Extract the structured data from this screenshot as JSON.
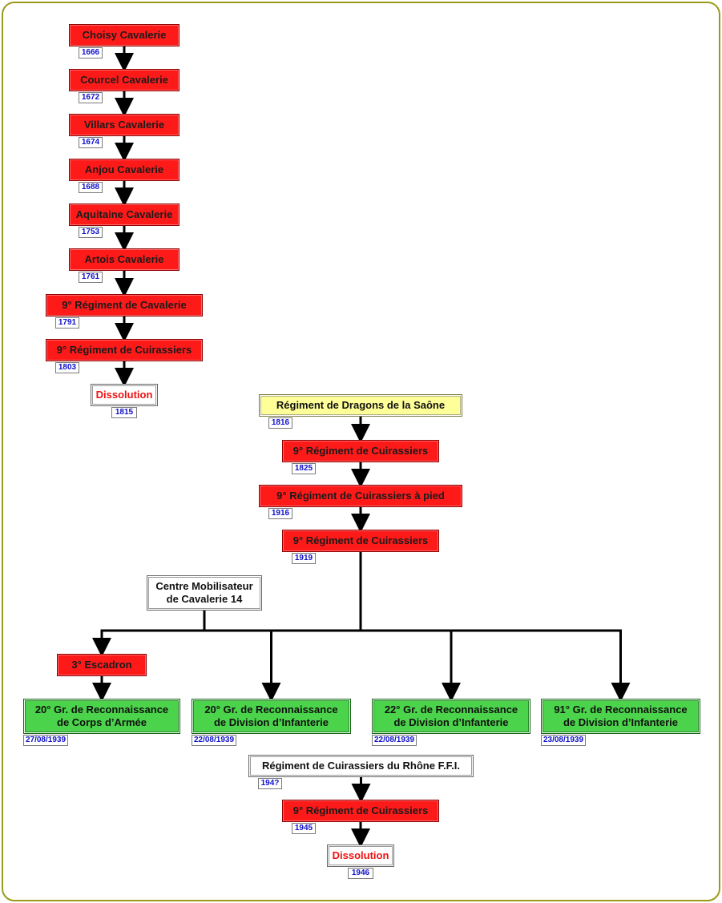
{
  "nodes": [
    {
      "id": "choisy",
      "label": "Choisy Cavalerie",
      "date": "1666",
      "style": "red"
    },
    {
      "id": "courcel",
      "label": "Courcel Cavalerie",
      "date": "1672",
      "style": "red"
    },
    {
      "id": "villars",
      "label": "Villars Cavalerie",
      "date": "1674",
      "style": "red"
    },
    {
      "id": "anjou",
      "label": "Anjou Cavalerie",
      "date": "1688",
      "style": "red"
    },
    {
      "id": "aquitaine",
      "label": "Aquitaine Cavalerie",
      "date": "1753",
      "style": "red"
    },
    {
      "id": "artois",
      "label": "Artois Cavalerie",
      "date": "1761",
      "style": "red"
    },
    {
      "id": "cav9",
      "label": "9° Régiment de Cavalerie",
      "date": "1791",
      "style": "red"
    },
    {
      "id": "cuir9a",
      "label": "9° Régiment de Cuirassiers",
      "date": "1803",
      "style": "red"
    },
    {
      "id": "diss1",
      "label": "Dissolution",
      "date": "1815",
      "style": "dissolution"
    },
    {
      "id": "dragons",
      "label": "Régiment de Dragons de la Saône",
      "date": "1816",
      "style": "yellow"
    },
    {
      "id": "cuir9b",
      "label": "9° Régiment de Cuirassiers",
      "date": "1825",
      "style": "red"
    },
    {
      "id": "cuirpied",
      "label": "9° Régiment de Cuirassiers à pied",
      "date": "1916",
      "style": "red"
    },
    {
      "id": "cuir9c",
      "label": "9° Régiment de Cuirassiers",
      "date": "1919",
      "style": "red"
    },
    {
      "id": "cmc14",
      "label": "Centre Mobilisateur\nde Cavalerie 14",
      "date": "",
      "style": "white"
    },
    {
      "id": "esc3",
      "label": "3° Escadron",
      "date": "",
      "style": "red"
    },
    {
      "id": "gr20ca",
      "label": "20° Gr. de Reconnaissance\nde Corps d’Armée",
      "date": "27/08/1939",
      "style": "green"
    },
    {
      "id": "gr20di",
      "label": "20° Gr. de Reconnaissance\nde Division d’Infanterie",
      "date": "22/08/1939",
      "style": "green"
    },
    {
      "id": "gr22di",
      "label": "22° Gr. de Reconnaissance\nde Division d’Infanterie",
      "date": "22/08/1939",
      "style": "green"
    },
    {
      "id": "gr91di",
      "label": "91° Gr. de Reconnaissance\nde Division d’Infanterie",
      "date": "23/08/1939",
      "style": "green"
    },
    {
      "id": "rhone",
      "label": "Régiment de Cuirassiers du Rhône F.F.I.",
      "date": "194?",
      "style": "white"
    },
    {
      "id": "cuir9d",
      "label": "9° Régiment de Cuirassiers",
      "date": "1945",
      "style": "red"
    },
    {
      "id": "diss2",
      "label": "Dissolution",
      "date": "1946",
      "style": "dissolution"
    }
  ],
  "edges": [
    {
      "from": "choisy",
      "to": "courcel"
    },
    {
      "from": "courcel",
      "to": "villars"
    },
    {
      "from": "villars",
      "to": "anjou"
    },
    {
      "from": "anjou",
      "to": "aquitaine"
    },
    {
      "from": "aquitaine",
      "to": "artois"
    },
    {
      "from": "artois",
      "to": "cav9"
    },
    {
      "from": "cav9",
      "to": "cuir9a"
    },
    {
      "from": "cuir9a",
      "to": "diss1"
    },
    {
      "from": "dragons",
      "to": "cuir9b"
    },
    {
      "from": "cuir9b",
      "to": "cuirpied"
    },
    {
      "from": "cuirpied",
      "to": "cuir9c"
    },
    {
      "from": "cuir9c",
      "to": "esc3"
    },
    {
      "from": "cmc14",
      "to": "esc3"
    },
    {
      "from": "cuir9c",
      "to": "gr20di"
    },
    {
      "from": "cuir9c",
      "to": "gr22di"
    },
    {
      "from": "cuir9c",
      "to": "gr91di"
    },
    {
      "from": "esc3",
      "to": "gr20ca"
    },
    {
      "from": "rhone",
      "to": "cuir9d"
    },
    {
      "from": "cuir9d",
      "to": "diss2"
    }
  ]
}
